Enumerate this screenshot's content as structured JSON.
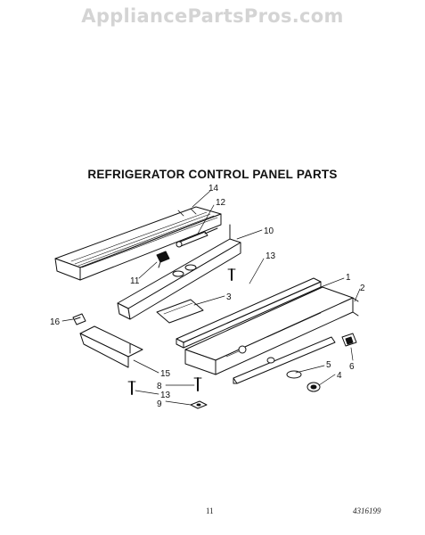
{
  "watermark": "AppliancePartsPros.com",
  "title": "REFRIGERATOR CONTROL PANEL PARTS",
  "callouts": [
    "14",
    "12",
    "10",
    "11",
    "13",
    "1",
    "3",
    "2",
    "16",
    "5",
    "4",
    "6",
    "15",
    "8",
    "13",
    "9"
  ],
  "footer": {
    "page_number": "11",
    "document_number": "4316199"
  }
}
